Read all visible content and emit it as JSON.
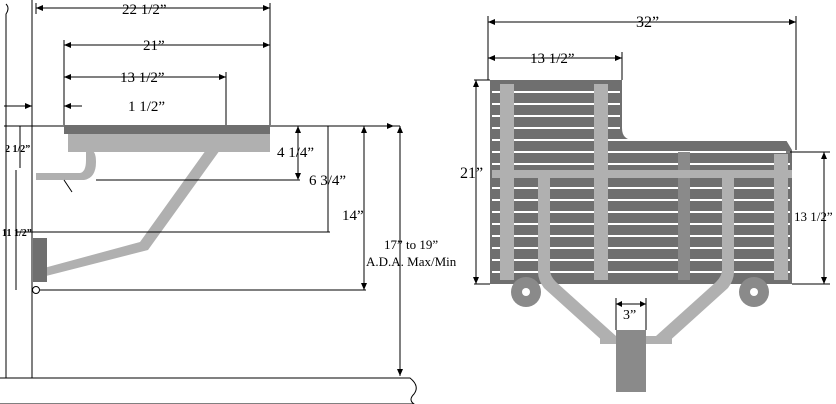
{
  "side_view": {
    "dim_overall_width": "22 1/2”",
    "dim_seat_width": "21”",
    "dim_to_support": "13 1/2”",
    "dim_inset": "1 1/2”",
    "dim_thickness": "2 1/2”",
    "dim_arm_drop": "4 1/4”",
    "dim_support_drop": "6 3/4”",
    "dim_bracket": "11 1/2”",
    "dim_mount_height": "14”",
    "dim_seat_height": "17” to 19”",
    "ada_note": "A.D.A.  Max/Min"
  },
  "top_view": {
    "dim_overall_width": "32”",
    "dim_notch_width": "13 1/2”",
    "dim_depth": "21”",
    "dim_notch_depth": "13 1/2”",
    "dim_post_width": "3”"
  },
  "colors": {
    "wall": "#ffffff",
    "seat_slats": "#6f6f6f",
    "frame": "#b0b0b0",
    "bracket": "#8a8a8a"
  }
}
